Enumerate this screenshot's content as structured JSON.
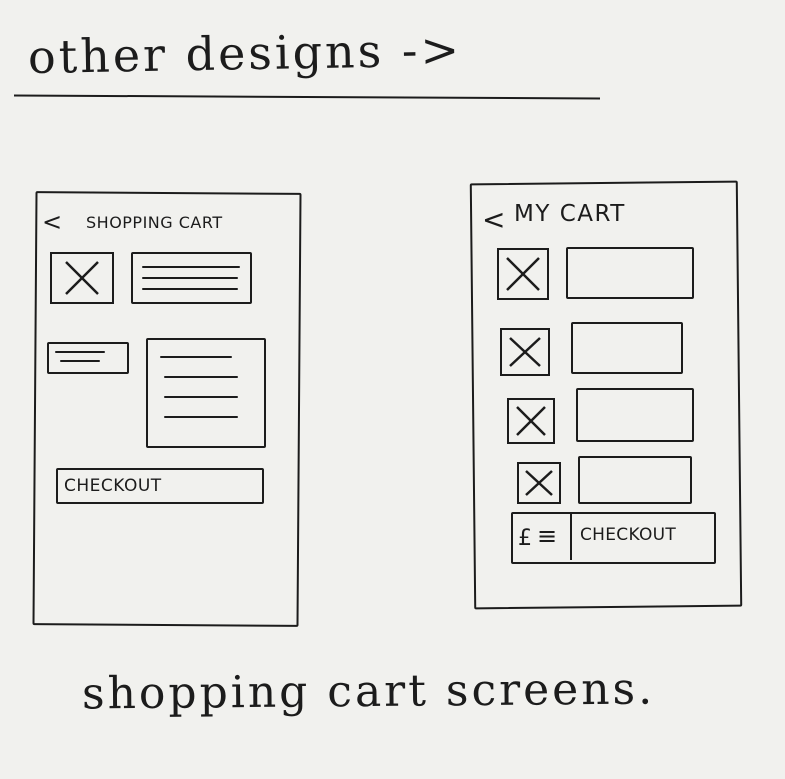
{
  "heading": "other designs ->",
  "caption": "shopping cart screens.",
  "screen1": {
    "back_icon": "<",
    "title": "SHOPPING CART",
    "checkout_label": "CHECKOUT"
  },
  "screen2": {
    "back_icon": "<",
    "title": "MY CART",
    "price_label": "£",
    "menu_icon": "≡",
    "checkout_label": "CHECKOUT"
  }
}
